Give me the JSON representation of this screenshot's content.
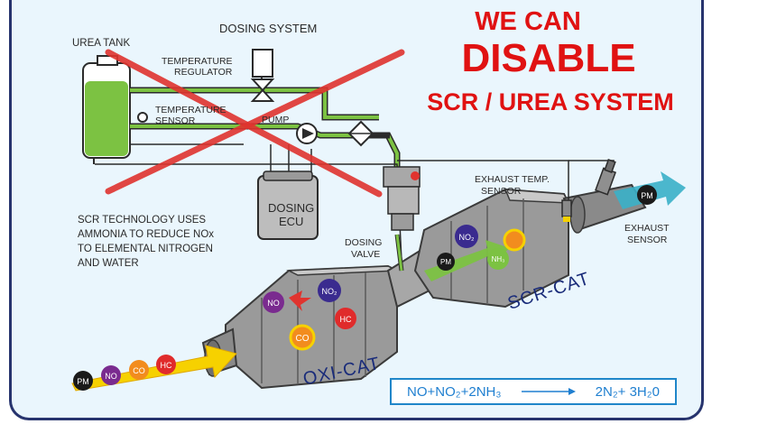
{
  "headline": {
    "line1": "WE CAN",
    "line2": "DISABLE",
    "line3": "SCR / UREA SYSTEM",
    "color": "#e01212"
  },
  "labels": {
    "urea_tank": "UREA TANK",
    "dosing_system": "DOSING SYSTEM",
    "temperature_regulator": [
      "TEMPERATURE",
      "REGULATOR"
    ],
    "temperature_sensor": [
      "TEMPERATURE",
      "SENSOR"
    ],
    "pump": "PUMP",
    "dosing_ecu": [
      "DOSING",
      "ECU"
    ],
    "exhaust_temp_sensor": [
      "EXHAUST TEMP.",
      "SENSOR"
    ],
    "exhaust_sensor": [
      "EXHAUST",
      "SENSOR"
    ],
    "dosing_valve": [
      "DOSING",
      "VALVE"
    ],
    "oxi_cat": "OXI-CAT",
    "scr_cat": "SCR-CAT"
  },
  "description": [
    "SCR TECHNOLOGY USES",
    "AMMONIA TO REDUCE NOx",
    "TO ELEMENTAL NITROGEN",
    "AND WATER"
  ],
  "equation": {
    "left": "NO+NO₂+2NH₃",
    "right": "2N₂+ 3H₂0"
  },
  "particles": {
    "inlet": [
      "PM",
      "NO",
      "CO",
      "HC"
    ],
    "oxi": [
      "NO",
      "NO₂",
      "HC",
      "CO"
    ],
    "scr": [
      "NO₂",
      "PM",
      "NH₃"
    ],
    "outlet": "PM"
  },
  "colors": {
    "panel_border": "#27346e",
    "background": "#eaf6fd",
    "urea": "#7cc242",
    "pipe_outline": "#2b2b2b",
    "catalyst": "#8c8c8c",
    "arrow_flow": "#f6d100",
    "exhaust_arrow": "#3ab0c8",
    "cross": "#e0342f",
    "equation": "#1f7fd0"
  },
  "icons": [
    "urea-tank-icon",
    "pump-icon",
    "filter-icon",
    "dosing-valve-icon",
    "ecu-icon",
    "temperature-sensor-icon",
    "exhaust-sensor-icon",
    "cross-mark-icon",
    "flow-arrow-icon"
  ]
}
